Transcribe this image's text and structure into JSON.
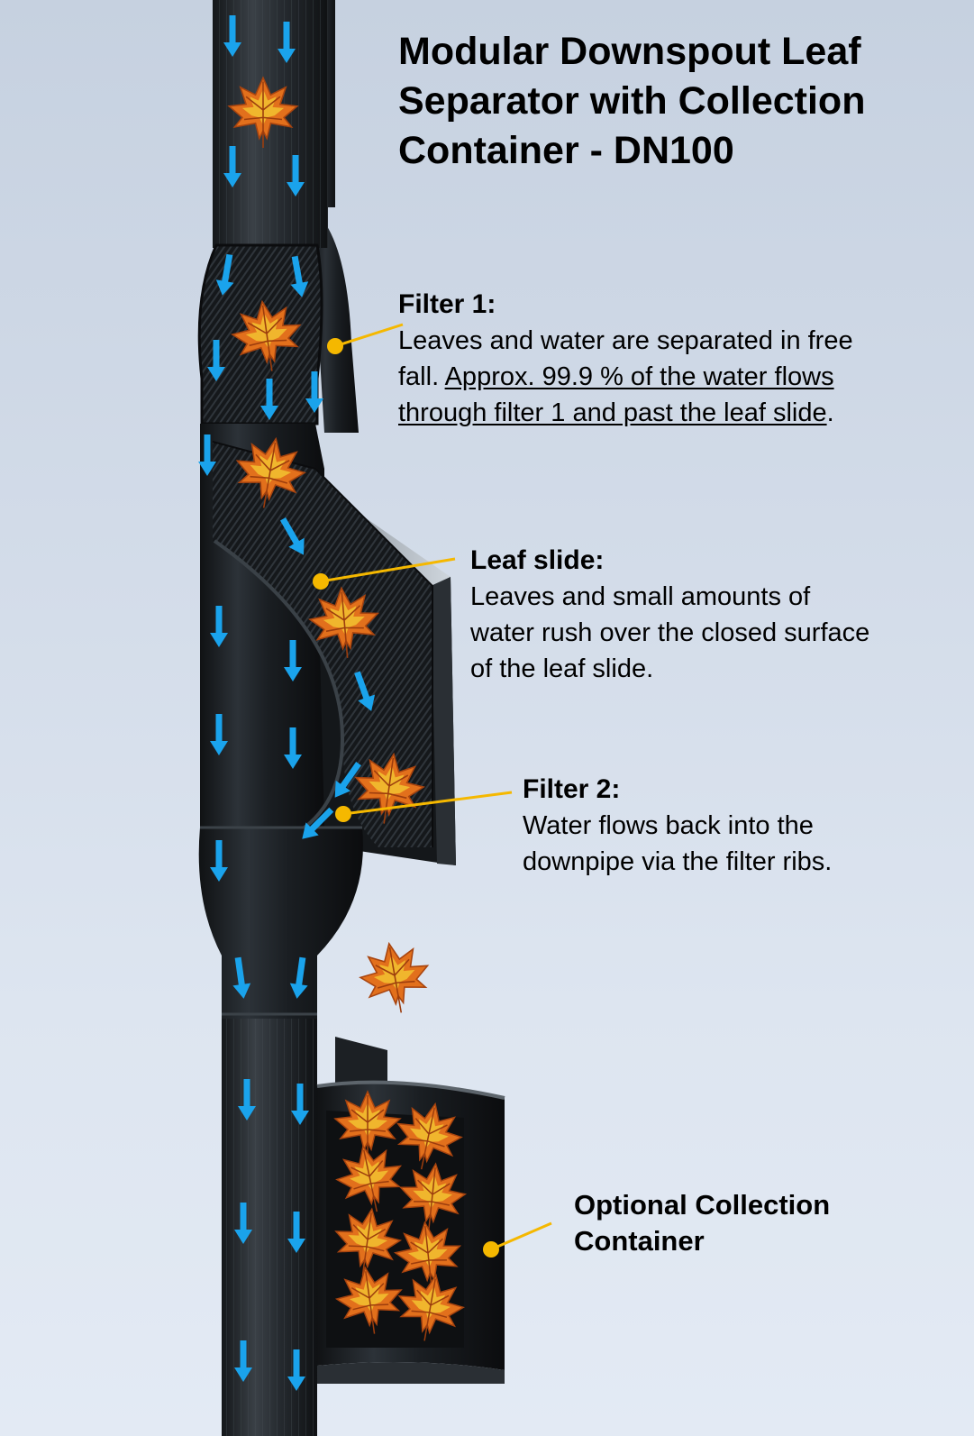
{
  "title_lines": [
    "Modular Downspout Leaf",
    "Separator with Collection",
    "Container - DN100"
  ],
  "callouts": {
    "filter1": {
      "heading": "Filter 1:",
      "line1": "Leaves and water are separated in free",
      "line2_plain": "fall. ",
      "line2_underlined": "Approx. 99.9 % of the water flows",
      "line3_underlined": "through filter 1 and past the leaf slide",
      "line3_plain": "."
    },
    "leaf_slide": {
      "heading": "Leaf slide:",
      "lines": [
        "Leaves and small amounts of",
        "water rush over the closed surface",
        "of the leaf slide."
      ]
    },
    "filter2": {
      "heading": "Filter 2:",
      "lines": [
        "Water flows back into the",
        "downpipe via the filter ribs."
      ]
    },
    "collection_container": {
      "heading_lines": [
        "Optional Collection",
        "Container"
      ]
    }
  },
  "colors": {
    "flow_arrow": "#1aa3ec",
    "callout_marker": "#f5b800",
    "pipe_dark": "#1e2226",
    "leaf_orange": "#e2701c",
    "leaf_yellow": "#f2c230"
  },
  "icons": {
    "flow_arrow": "arrow-down-icon",
    "leaf": "maple-leaf-icon"
  }
}
